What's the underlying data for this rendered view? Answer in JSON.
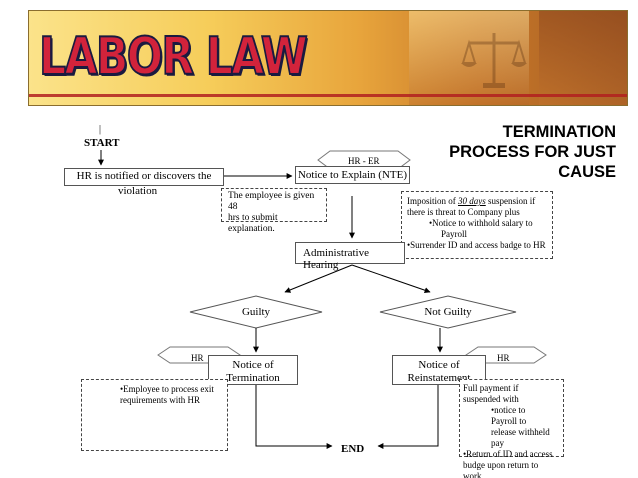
{
  "banner": {
    "title": "LABOR LAW"
  },
  "page_title": {
    "line1": "TERMINATION",
    "line2": "PROCESS FOR JUST",
    "line3": "CAUSE"
  },
  "flow": {
    "start_tick": "|",
    "start": "START",
    "hr_notified": "HR is notified or discovers the",
    "violation": "violation",
    "nte": "Notice to Explain (NTE)",
    "hr_er": "HR - ER",
    "given_line1": "The employee is given 48",
    "given_line2": "hrs to submit explanation.",
    "imposition_prefix": "Imposition of ",
    "imposition_days": "30 days",
    "imposition_suffix": " suspension if",
    "imposition_line2": "there is threat to Company plus",
    "imposition_bullet1a": "•Notice to withhold salary to",
    "imposition_bullet1b": "Payroll",
    "imposition_bullet2": "•Surrender ID and access badge to HR",
    "hearing": "Administrative Hearing",
    "guilty": "Guilty",
    "not_guilty": "Not Guilty",
    "hr_left": "HR",
    "hr_right": "HR",
    "not_term_1": "Notice of",
    "not_term_2": "Termination",
    "not_rein_1": "Notice of",
    "not_rein_2": "Reinstatement",
    "exit_line1": "•Employee to process exit",
    "exit_line2": "requirements with HR",
    "full_1": "Full payment if",
    "full_2": "suspended with",
    "full_3": "•notice to",
    "full_4": "Payroll to",
    "full_5": "release withheld",
    "full_6": "pay",
    "full_7": "•Return of ID and access",
    "full_8": "budge upon return to",
    "full_9": "work",
    "end": "END"
  },
  "colors": {
    "title_red": "#d2233b",
    "banner_gold": "#f6cd5a",
    "line": "#000000"
  }
}
